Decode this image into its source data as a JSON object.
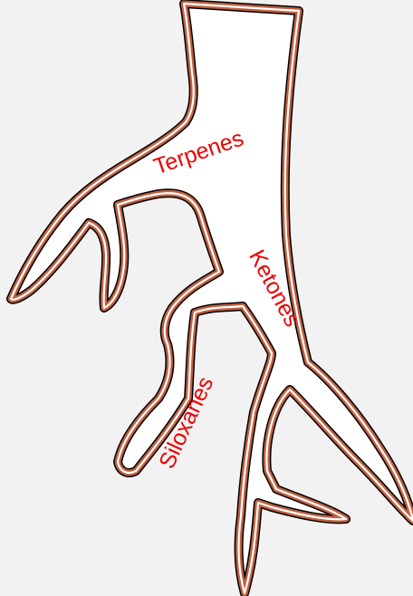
{
  "labels": {
    "terpenes": "Terpenes",
    "ketones": "Ketones",
    "siloxanes": "Siloxanes"
  },
  "colors": {
    "background": "#f2f2f2",
    "tree_fill": "#ffffff",
    "tree_outline": "#000000",
    "inner_outline": "#c06040",
    "label_text": "#ee0000"
  }
}
